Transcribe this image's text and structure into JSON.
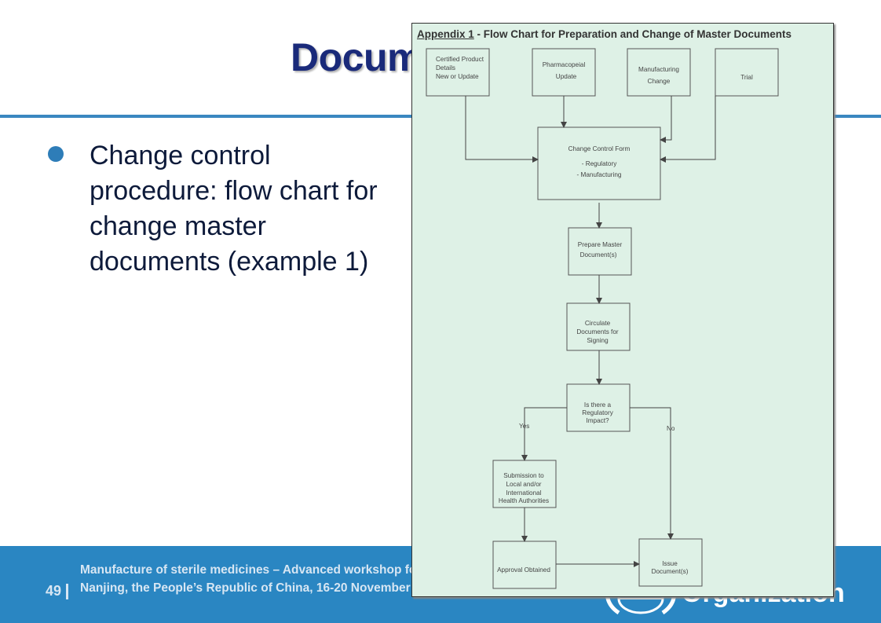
{
  "slide": {
    "title": "Docum",
    "bullet": "Change control procedure: flow chart for change master documents (example 1)"
  },
  "footer": {
    "line1": "Manufacture of sterile medicines – Advanced workshop fo",
    "line2": "Nanjing, the People’s Republic of China, 16-20 November",
    "page_number": "49",
    "org_fragment": "Organization"
  },
  "appendix": {
    "title_prefix": "Appendix 1",
    "title_rest": " - Flow Chart for Preparation and Change of Master  Documents",
    "boxes": {
      "certified": [
        "Certified Product",
        "Details",
        "New or Update"
      ],
      "pharmacopeial": [
        "Pharmacopeial",
        "Update"
      ],
      "manufacturing": [
        "Manufacturing",
        "Change"
      ],
      "trial": [
        "Trial"
      ],
      "change_control": [
        "Change Control Form",
        "- Regulatory",
        "- Manufacturing"
      ],
      "prepare": [
        "Prepare Master",
        "Document(s)"
      ],
      "circulate": [
        "Circulate",
        "Documents for",
        "Signing"
      ],
      "decision": [
        "Is there a",
        "Regulatory",
        "Impact?"
      ],
      "submission": [
        "Submission to",
        "Local and/or",
        "International",
        "Health Authorities"
      ],
      "approval": [
        "Approval Obtained"
      ],
      "issue": [
        "Issue",
        "Document(s)"
      ]
    },
    "branch_yes": "Yes",
    "branch_no": "No"
  },
  "colors": {
    "title": "#1a2a7a",
    "accent_blue": "#2a86c2",
    "flowchart_background": "#def1e6"
  }
}
